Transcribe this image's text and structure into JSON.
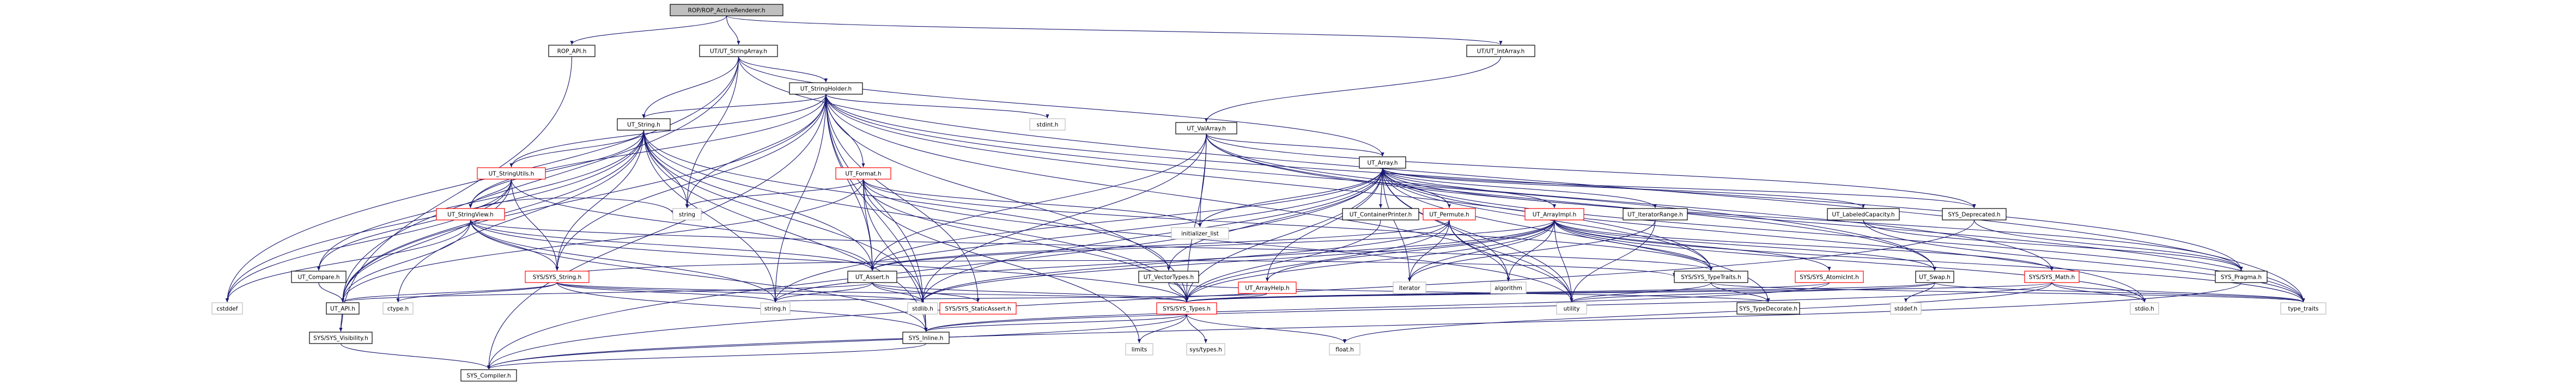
{
  "colors": {
    "edge": "#191970",
    "node_border_black": "#000000",
    "node_border_red": "#ff0000",
    "node_border_grey": "#bfbfbf",
    "root_fill": "#bfbfbf",
    "node_fill": "#ffffff",
    "text": "#000000"
  },
  "nodes": {
    "n0": {
      "label": "ROP/ROP_ActiveRenderer.h",
      "style": "root"
    },
    "n1": {
      "label": "ROP_API.h",
      "style": "normal"
    },
    "n2": {
      "label": "UT/UT_StringArray.h",
      "style": "normal"
    },
    "n3": {
      "label": "UT/UT_IntArray.h",
      "style": "normal"
    },
    "n4": {
      "label": "UT_StringHolder.h",
      "style": "normal"
    },
    "n5": {
      "label": "UT_ValArray.h",
      "style": "normal"
    },
    "n6": {
      "label": "UT_String.h",
      "style": "normal"
    },
    "n7": {
      "label": "UT_Array.h",
      "style": "normal"
    },
    "n8": {
      "label": "stdint.h",
      "style": "grey"
    },
    "n9": {
      "label": "UT_StringUtils.h",
      "style": "red"
    },
    "n10": {
      "label": "UT_Format.h",
      "style": "red"
    },
    "n11": {
      "label": "UT_StringView.h",
      "style": "red"
    },
    "n12": {
      "label": "string",
      "style": "grey"
    },
    "n13": {
      "label": "initializer_list",
      "style": "grey"
    },
    "n14": {
      "label": "UT_ContainerPrinter.h",
      "style": "normal"
    },
    "n15": {
      "label": "UT_Permute.h",
      "style": "red"
    },
    "n16": {
      "label": "UT_ArrayImpl.h",
      "style": "red"
    },
    "n17": {
      "label": "UT_IteratorRange.h",
      "style": "normal"
    },
    "n18": {
      "label": "UT_LabeledCapacity.h",
      "style": "normal"
    },
    "n19": {
      "label": "SYS_Deprecated.h",
      "style": "normal"
    },
    "n20": {
      "label": "UT_Compare.h",
      "style": "normal"
    },
    "n21": {
      "label": "SYS/SYS_String.h",
      "style": "red"
    },
    "n22": {
      "label": "UT_Assert.h",
      "style": "normal"
    },
    "n23": {
      "label": "UT_VectorTypes.h",
      "style": "normal"
    },
    "n24": {
      "label": "UT_ArrayHelp.h",
      "style": "red"
    },
    "n25": {
      "label": "iterator",
      "style": "grey"
    },
    "n26": {
      "label": "algorithm",
      "style": "grey"
    },
    "n27": {
      "label": "SYS/SYS_TypeTraits.h",
      "style": "normal"
    },
    "n28": {
      "label": "SYS/SYS_AtomicInt.h",
      "style": "red"
    },
    "n29": {
      "label": "UT_Swap.h",
      "style": "normal"
    },
    "n30": {
      "label": "SYS/SYS_Math.h",
      "style": "red"
    },
    "n31": {
      "label": "SYS_Pragma.h",
      "style": "normal"
    },
    "n32": {
      "label": "cstddef",
      "style": "grey"
    },
    "n33": {
      "label": "ctype.h",
      "style": "grey"
    },
    "n34": {
      "label": "UT_API.h",
      "style": "normal"
    },
    "n35": {
      "label": "string.h",
      "style": "grey"
    },
    "n36": {
      "label": "stdlib.h",
      "style": "grey"
    },
    "n37": {
      "label": "SYS/SYS_StaticAssert.h",
      "style": "red"
    },
    "n38": {
      "label": "SYS/SYS_Types.h",
      "style": "red"
    },
    "n39": {
      "label": "utility",
      "style": "grey"
    },
    "n40": {
      "label": "SYS_TypeDecorate.h",
      "style": "normal"
    },
    "n41": {
      "label": "stddef.h",
      "style": "grey"
    },
    "n42": {
      "label": "stdio.h",
      "style": "grey"
    },
    "n43": {
      "label": "type_traits",
      "style": "grey"
    },
    "n44": {
      "label": "SYS/SYS_Visibility.h",
      "style": "normal"
    },
    "n45": {
      "label": "SYS_Inline.h",
      "style": "normal"
    },
    "n46": {
      "label": "limits",
      "style": "grey"
    },
    "n47": {
      "label": "sys/types.h",
      "style": "grey"
    },
    "n48": {
      "label": "float.h",
      "style": "grey"
    },
    "n49": {
      "label": "SYS_Compiler.h",
      "style": "normal"
    }
  },
  "edges": [
    [
      "n0",
      "n1"
    ],
    [
      "n0",
      "n2"
    ],
    [
      "n0",
      "n3"
    ],
    [
      "n1",
      "n44"
    ],
    [
      "n2",
      "n34"
    ],
    [
      "n2",
      "n4"
    ],
    [
      "n2",
      "n6"
    ],
    [
      "n2",
      "n7"
    ],
    [
      "n2",
      "n12"
    ],
    [
      "n2",
      "n32"
    ],
    [
      "n2",
      "n43"
    ],
    [
      "n3",
      "n5"
    ],
    [
      "n4",
      "n6"
    ],
    [
      "n4",
      "n8"
    ],
    [
      "n4",
      "n9"
    ],
    [
      "n4",
      "n10"
    ],
    [
      "n4",
      "n11"
    ],
    [
      "n4",
      "n12"
    ],
    [
      "n4",
      "n21"
    ],
    [
      "n4",
      "n22"
    ],
    [
      "n4",
      "n34"
    ],
    [
      "n4",
      "n35"
    ],
    [
      "n4",
      "n36"
    ],
    [
      "n4",
      "n37"
    ],
    [
      "n4",
      "n38"
    ],
    [
      "n4",
      "n39"
    ],
    [
      "n4",
      "n45"
    ],
    [
      "n4",
      "n49"
    ],
    [
      "n4",
      "n27"
    ],
    [
      "n4",
      "n29"
    ],
    [
      "n4",
      "n31"
    ],
    [
      "n5",
      "n7"
    ],
    [
      "n5",
      "n13"
    ],
    [
      "n5",
      "n22"
    ],
    [
      "n5",
      "n38"
    ],
    [
      "n5",
      "n19"
    ],
    [
      "n5",
      "n36"
    ],
    [
      "n5",
      "n43"
    ],
    [
      "n5",
      "n29"
    ],
    [
      "n5",
      "n30"
    ],
    [
      "n6",
      "n9"
    ],
    [
      "n6",
      "n11"
    ],
    [
      "n6",
      "n12"
    ],
    [
      "n6",
      "n21"
    ],
    [
      "n6",
      "n22"
    ],
    [
      "n6",
      "n23"
    ],
    [
      "n6",
      "n33"
    ],
    [
      "n6",
      "n34"
    ],
    [
      "n6",
      "n35"
    ],
    [
      "n6",
      "n36"
    ],
    [
      "n6",
      "n38"
    ],
    [
      "n6",
      "n32"
    ],
    [
      "n6",
      "n45"
    ],
    [
      "n6",
      "n20"
    ],
    [
      "n7",
      "n13"
    ],
    [
      "n7",
      "n14"
    ],
    [
      "n7",
      "n15"
    ],
    [
      "n7",
      "n16"
    ],
    [
      "n7",
      "n17"
    ],
    [
      "n7",
      "n18"
    ],
    [
      "n7",
      "n19"
    ],
    [
      "n7",
      "n22"
    ],
    [
      "n7",
      "n23"
    ],
    [
      "n7",
      "n24"
    ],
    [
      "n7",
      "n25"
    ],
    [
      "n7",
      "n26"
    ],
    [
      "n7",
      "n27"
    ],
    [
      "n7",
      "n38"
    ],
    [
      "n7",
      "n39"
    ],
    [
      "n7",
      "n40"
    ],
    [
      "n7",
      "n42"
    ],
    [
      "n7",
      "n43"
    ],
    [
      "n7",
      "n35"
    ],
    [
      "n7",
      "n36"
    ],
    [
      "n7",
      "n49"
    ],
    [
      "n7",
      "n31"
    ],
    [
      "n9",
      "n34"
    ],
    [
      "n9",
      "n11"
    ],
    [
      "n9",
      "n21"
    ],
    [
      "n9",
      "n20"
    ],
    [
      "n9",
      "n22"
    ],
    [
      "n9",
      "n32"
    ],
    [
      "n10",
      "n12"
    ],
    [
      "n10",
      "n13"
    ],
    [
      "n10",
      "n22"
    ],
    [
      "n10",
      "n34"
    ],
    [
      "n10",
      "n38"
    ],
    [
      "n10",
      "n45"
    ],
    [
      "n10",
      "n27"
    ],
    [
      "n10",
      "n46"
    ],
    [
      "n10",
      "n39"
    ],
    [
      "n11",
      "n21"
    ],
    [
      "n11",
      "n22"
    ],
    [
      "n11",
      "n34"
    ],
    [
      "n11",
      "n35"
    ],
    [
      "n11",
      "n38"
    ],
    [
      "n11",
      "n32"
    ],
    [
      "n11",
      "n27"
    ],
    [
      "n11",
      "n45"
    ],
    [
      "n11",
      "n12"
    ],
    [
      "n14",
      "n38"
    ],
    [
      "n15",
      "n22"
    ],
    [
      "n15",
      "n25"
    ],
    [
      "n15",
      "n26"
    ],
    [
      "n15",
      "n38"
    ],
    [
      "n15",
      "n39"
    ],
    [
      "n15",
      "n36"
    ],
    [
      "n16",
      "n22"
    ],
    [
      "n16",
      "n24"
    ],
    [
      "n16",
      "n27"
    ],
    [
      "n16",
      "n28"
    ],
    [
      "n16",
      "n29"
    ],
    [
      "n16",
      "n30"
    ],
    [
      "n16",
      "n38"
    ],
    [
      "n16",
      "n39"
    ],
    [
      "n16",
      "n26"
    ],
    [
      "n16",
      "n25"
    ],
    [
      "n16",
      "n35"
    ],
    [
      "n16",
      "n36"
    ],
    [
      "n16",
      "n42"
    ],
    [
      "n16",
      "n43"
    ],
    [
      "n17",
      "n25"
    ],
    [
      "n17",
      "n39"
    ],
    [
      "n18",
      "n31"
    ],
    [
      "n18",
      "n43"
    ],
    [
      "n19",
      "n31"
    ],
    [
      "n19",
      "n49"
    ],
    [
      "n20",
      "n34"
    ],
    [
      "n21",
      "n33"
    ],
    [
      "n21",
      "n35"
    ],
    [
      "n21",
      "n36"
    ],
    [
      "n21",
      "n38"
    ],
    [
      "n21",
      "n45"
    ],
    [
      "n21",
      "n34"
    ],
    [
      "n21",
      "n27"
    ],
    [
      "n22",
      "n34"
    ],
    [
      "n22",
      "n37"
    ],
    [
      "n22",
      "n38"
    ],
    [
      "n22",
      "n35"
    ],
    [
      "n22",
      "n36"
    ],
    [
      "n23",
      "n38"
    ],
    [
      "n23",
      "n40"
    ],
    [
      "n24",
      "n38"
    ],
    [
      "n24",
      "n35"
    ],
    [
      "n27",
      "n40"
    ],
    [
      "n27",
      "n43"
    ],
    [
      "n27",
      "n39"
    ],
    [
      "n28",
      "n38"
    ],
    [
      "n28",
      "n45"
    ],
    [
      "n29",
      "n38"
    ],
    [
      "n29",
      "n39"
    ],
    [
      "n29",
      "n41"
    ],
    [
      "n29",
      "n43"
    ],
    [
      "n30",
      "n38"
    ],
    [
      "n30",
      "n45"
    ],
    [
      "n30",
      "n42"
    ],
    [
      "n30",
      "n48"
    ],
    [
      "n30",
      "n43"
    ],
    [
      "n31",
      "n49"
    ],
    [
      "n34",
      "n44"
    ],
    [
      "n38",
      "n45"
    ],
    [
      "n38",
      "n46"
    ],
    [
      "n38",
      "n47"
    ],
    [
      "n38",
      "n48"
    ],
    [
      "n38",
      "n49"
    ],
    [
      "n44",
      "n49"
    ],
    [
      "n45",
      "n49"
    ]
  ]
}
